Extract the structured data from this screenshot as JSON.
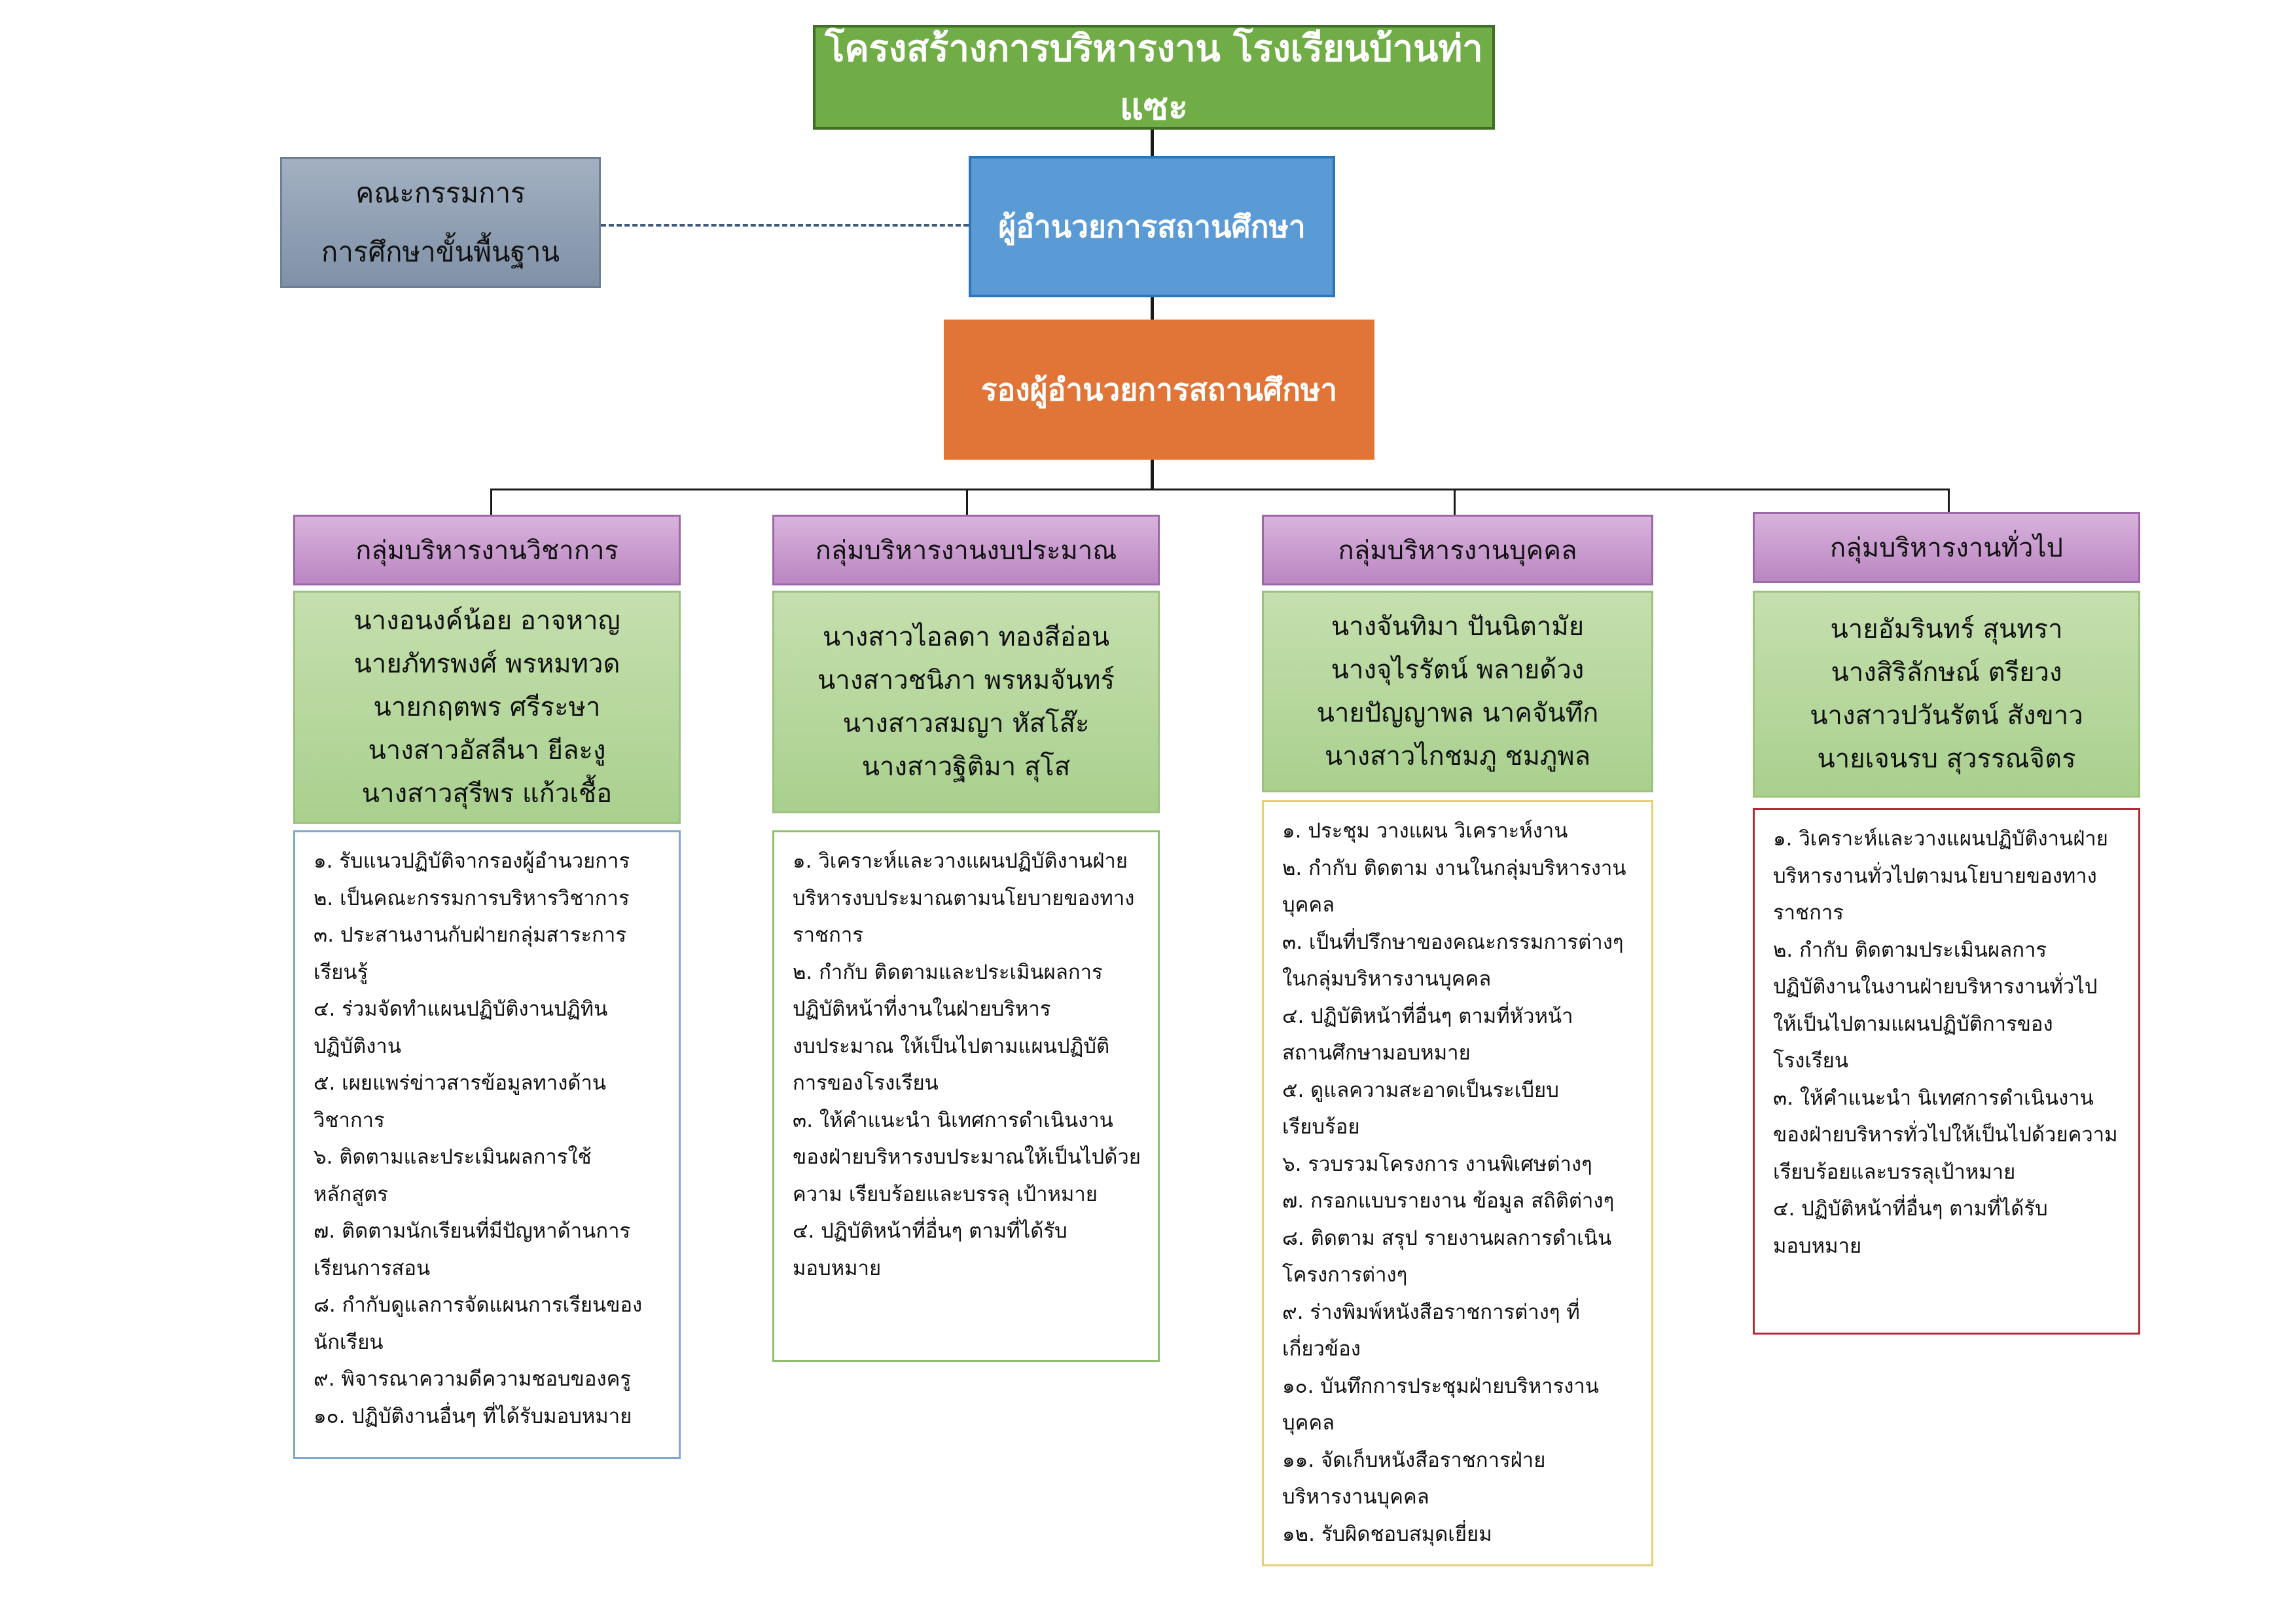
{
  "title": "โครงสร้างการบริหารงาน โรงเรียนบ้านท่าแซะ",
  "director": "ผู้อำนวยการสถานศึกษา",
  "deputy": "รองผู้อำนวยการสถานศึกษา",
  "committee": [
    "คณะกรรมการ",
    "การศึกษาขั้นพื้นฐาน"
  ],
  "groups": [
    {
      "name": "กลุ่มบริหารงานวิชาการ",
      "members": [
        "นางอนงค์น้อย อาจหาญ",
        "นายภัทรพงศ์ พรหมทวด",
        "นายกฤตพร ศรีระษา",
        "นางสาวอัสลีนา ยีละงู",
        "นางสาวสุรีพร แก้วเชื้อ"
      ],
      "duties": [
        "๑. รับแนวปฏิบัติจากรองผู้อำนวยการ",
        "๒. เป็นคณะกรรมการบริหารวิชาการ",
        "๓. ประสานงานกับฝ่ายกลุ่มสาระการ",
        "เรียนรู้",
        "๔. ร่วมจัดทำแผนปฏิบัติงานปฏิทิน",
        "ปฏิบัติงาน",
        "๕. เผยแพร่ข่าวสารข้อมูลทางด้าน",
        "วิชาการ",
        "๖. ติดตามและประเมินผลการใช้",
        "หลักสูตร",
        "๗. ติดตามนักเรียนที่มีปัญหาด้านการ",
        "เรียนการสอน",
        "๘. กำกับดูแลการจัดแผนการเรียนของ",
        "นักเรียน",
        "๙. พิจารณาความดีความชอบของครู",
        "๑๐. ปฏิบัติงานอื่นๆ ที่ได้รับมอบหมาย"
      ]
    },
    {
      "name": "กลุ่มบริหารงานงบประมาณ",
      "members": [
        "นางสาวไอลดา ทองสีอ่อน",
        "นางสาวชนิภา พรหมจันทร์",
        "นางสาวสมญา หัสโส๊ะ",
        "นางสาวฐิติมา สุโส"
      ],
      "duties": [
        "๑. วิเคราะห์และวางแผนปฏิบัติงานฝ่าย",
        "บริหารงบประมาณตามนโยบายของทาง",
        "ราชการ",
        "๒. กำกับ ติดตามและประเมินผลการ",
        "ปฏิบัติหน้าที่งานในฝ่ายบริหาร",
        "งบประมาณ ให้เป็นไปตามแผนปฏิบัติ",
        "การของโรงเรียน",
        "๓. ให้คำแนะนำ นิเทศการดำเนินงาน",
        "ของฝ่ายบริหารงบประมาณให้เป็นไปด้วย",
        "ความ เรียบร้อยและบรรลุ เป้าหมาย",
        "๔. ปฏิบัติหน้าที่อื่นๆ ตามที่ได้รับ",
        "มอบหมาย"
      ]
    },
    {
      "name": "กลุ่มบริหารงานบุคคล",
      "members": [
        "นางจันทิมา ปันนิตามัย",
        "นางจุไรรัตน์ พลายด้วง",
        "นายปัญญาพล นาคจันทึก",
        "นางสาวไกชมภู ชมภูพล"
      ],
      "duties": [
        "๑. ประชุม วางแผน วิเคราะห์งาน",
        "๒. กำกับ ติดตาม งานในกลุ่มบริหารงาน",
        "บุคคล",
        "๓. เป็นที่ปรึกษาของคณะกรรมการต่างๆ",
        "ในกลุ่มบริหารงานบุคคล",
        "๔. ปฏิบัติหน้าที่อื่นๆ ตามที่หัวหน้า",
        "สถานศึกษามอบหมาย",
        "๕. ดูแลความสะอาดเป็นระเบียบ",
        "เรียบร้อย",
        "๖. รวบรวมโครงการ งานพิเศษต่างๆ",
        "๗. กรอกแบบรายงาน ข้อมูล สถิติต่างๆ",
        "๘. ติดตาม สรุป รายงานผลการดำเนิน",
        "โครงการต่างๆ",
        "๙. ร่างพิมพ์หนังสือราชการต่างๆ ที่",
        "เกี่ยวข้อง",
        "๑๐. บันทึกการประชุมฝ่ายบริหารงาน",
        "บุคคล",
        "๑๑. จัดเก็บหนังสือราชการฝ่าย",
        "บริหารงานบุคคล",
        "๑๒. รับผิดชอบสมุดเยี่ยม"
      ]
    },
    {
      "name": "กลุ่มบริหารงานทั่วไป",
      "members": [
        "นายอัมรินทร์ สุนทรา",
        "นางสิริลักษณ์ ตรียวง",
        "นางสาวปวันรัตน์ สังขาว",
        "นายเจนรบ สุวรรณจิตร"
      ],
      "duties": [
        "๑. วิเคราะห์และวางแผนปฏิบัติงานฝ่าย",
        "บริหารงานทั่วไปตามนโยบายของทาง",
        "ราชการ",
        " ๒. กำกับ ติดตามประเมินผลการ",
        "ปฏิบัติงานในงานฝ่ายบริหารงานทั่วไป",
        "ให้เป็นไปตามแผนปฏิบัติการของ",
        "โรงเรียน",
        "๓. ให้คำแนะนำ นิเทศการดำเนินงาน",
        "ของฝ่ายบริหารทั่วไปให้เป็นไปด้วยความ",
        "เรียบร้อยและบรรลุเป้าหมาย",
        "๔. ปฏิบัติหน้าที่อื่นๆ ตามที่ได้รับ",
        "มอบหมาย"
      ]
    }
  ],
  "colors": {
    "title": "#70ad47",
    "director": "#5b9bd5",
    "deputy": "#e07537",
    "committee": "#8e9db2",
    "group_header": "#c79ccd",
    "members": "#a9d08e",
    "duty_borders": [
      "#7fa7d1",
      "#8fbf6c",
      "#e5cf6f",
      "#b02a37"
    ]
  }
}
